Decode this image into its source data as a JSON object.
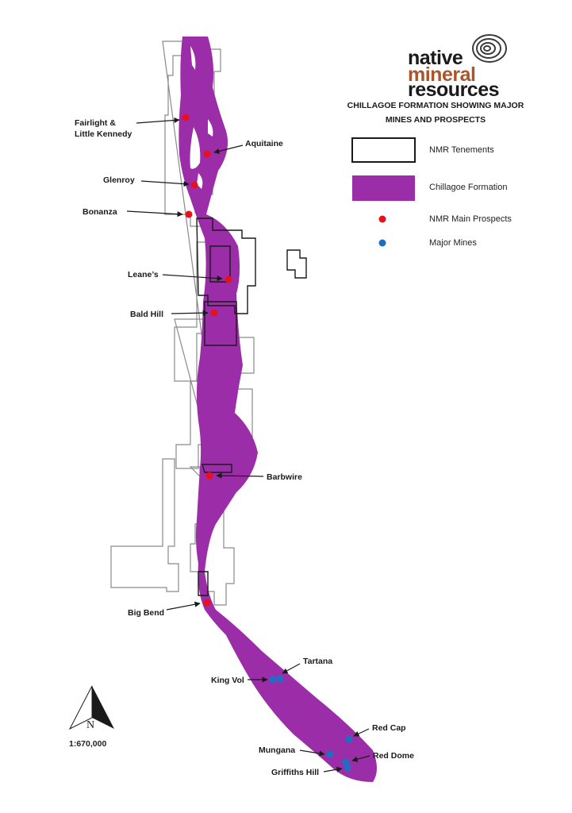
{
  "logo": {
    "line1": "native",
    "line2": "mineral",
    "line3": "resources",
    "colors": {
      "dark": "#1a1a1a",
      "accent": "#a8562a"
    }
  },
  "title": {
    "line1": "CHILLAGOE FORMATION SHOWING MAJOR",
    "line2": "MINES AND PROSPECTS"
  },
  "legend": {
    "tenements": "NMR Tenements",
    "formation": "Chillagoe Formation",
    "prospects": "NMR Main Prospects",
    "mines": "Major Mines"
  },
  "colors": {
    "formation": "#9b2ea8",
    "prospect": "#e8101f",
    "mine": "#1e6fc2",
    "tenement_outline": "#1a1a1a",
    "tenement_outline_light": "#8a8a8a"
  },
  "prospects": [
    {
      "label_line1": "Fairlight &",
      "label_line2": "Little Kennedy"
    },
    {
      "label_line1": "Aquitaine"
    },
    {
      "label_line1": "Glenroy"
    },
    {
      "label_line1": "Bonanza"
    },
    {
      "label_line1": "Leane’s"
    },
    {
      "label_line1": "Bald Hill"
    },
    {
      "label_line1": "Barbwire"
    },
    {
      "label_line1": "Big Bend"
    }
  ],
  "mines": [
    {
      "label": "King Vol"
    },
    {
      "label": "Tartana"
    },
    {
      "label": "Red Cap"
    },
    {
      "label": "Mungana"
    },
    {
      "label": "Red Dome"
    },
    {
      "label": "Griffiths Hill"
    }
  ],
  "north_arrow": {
    "letter": "N"
  },
  "scale": "1:670,000"
}
